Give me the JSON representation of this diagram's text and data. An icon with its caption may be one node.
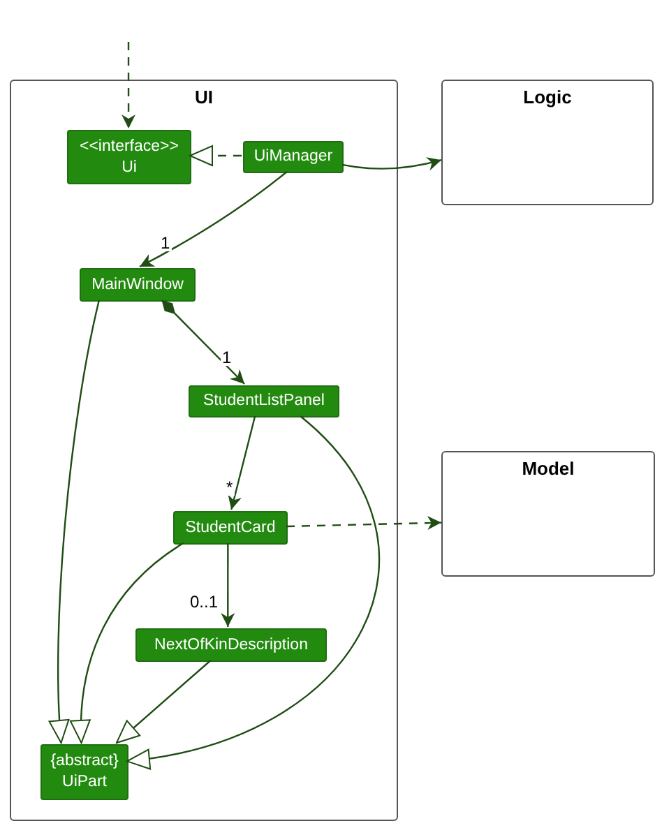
{
  "diagram": {
    "nodes": [
      {
        "text": [
          "UI"
        ]
      },
      {
        "text": [
          "<<interface>>",
          "Ui"
        ],
        "in": 0
      },
      {
        "text": [
          "UiManager"
        ],
        "in": 0
      },
      {
        "text": [
          "MainWindow"
        ],
        "in": 0
      },
      {
        "text": [
          "StudentListPanel"
        ],
        "in": 0
      },
      {
        "text": [
          "StudentCard"
        ],
        "in": 0
      },
      {
        "text": [
          "NextOfKinDescription"
        ],
        "in": 0
      },
      {
        "text": [
          "{abstract}",
          "UiPart"
        ],
        "in": 0
      },
      {
        "text": [
          "Logic"
        ]
      },
      {
        "text": [
          "Model"
        ]
      }
    ],
    "edges": [
      {
        "from": null,
        "to": 1,
        "arrow": "to",
        "style": "dashed"
      },
      {
        "from": 2,
        "to": 1,
        "arrow": "to",
        "style": "dashed"
      },
      {
        "from": 2,
        "to": 8,
        "arrow": "to"
      },
      {
        "from": 2,
        "to": 3,
        "arrow": "to",
        "label": "1"
      },
      {
        "from": 3,
        "to": 4,
        "arrow": "to",
        "label": "1"
      },
      {
        "from": 4,
        "to": 5,
        "arrow": "to",
        "label": "*"
      },
      {
        "from": 4,
        "to": 7,
        "arrow": "to"
      },
      {
        "from": 5,
        "to": 9,
        "arrow": "to",
        "style": "dashed"
      },
      {
        "from": 5,
        "to": 6,
        "arrow": "to",
        "label": "0..1"
      },
      {
        "from": 5,
        "to": 7,
        "arrow": "to"
      },
      {
        "from": 3,
        "to": 7,
        "arrow": "to"
      },
      {
        "from": 6,
        "to": 7,
        "arrow": "to"
      }
    ]
  }
}
